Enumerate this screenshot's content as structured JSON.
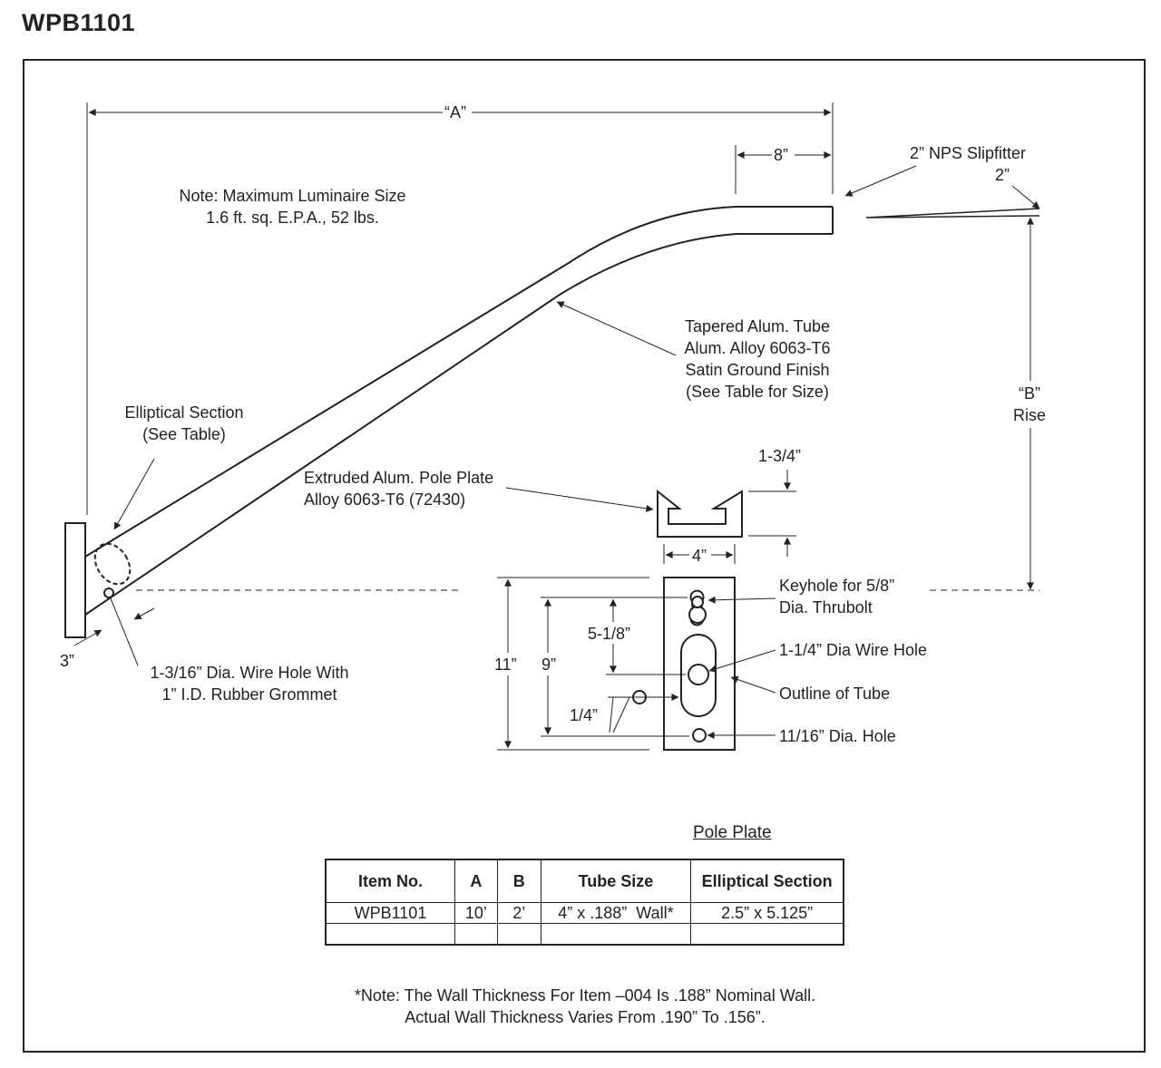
{
  "title": "WPB1101",
  "dimensions": {
    "a": "“A”",
    "eight": "8”",
    "slipfitter_angle": "2”",
    "b_quote": "“B”",
    "b_rise": "Rise",
    "three": "3”",
    "plate_depth": "1-3/4”",
    "plate_width": "4”",
    "plate_height": "11”",
    "hole_span": "9”",
    "keyhole_offset": "5-1/8”",
    "quarter": "1/4”"
  },
  "labels": {
    "slipfitter": "2” NPS Slipfitter",
    "note_line1": "Note: Maximum Luminaire Size",
    "note_line2": "1.6 ft. sq. E.P.A., 52 lbs.",
    "tube_line1": "Tapered Alum. Tube",
    "tube_line2": "Alum. Alloy 6063-T6",
    "tube_line3": "Satin Ground Finish",
    "tube_line4": "(See Table for Size)",
    "elliptical_line1": "Elliptical Section",
    "elliptical_line2": "(See Table)",
    "plate_line1": "Extruded Alum. Pole Plate",
    "plate_line2": "Alloy 6063-T6 (72430)",
    "wirehole_line1": "1-3/16” Dia. Wire Hole With",
    "wirehole_line2": "1” I.D. Rubber Grommet",
    "keyhole_line1": "Keyhole for 5/8”",
    "keyhole_line2": "Dia. Thrubolt",
    "wire_hole": "1-1/4” Dia Wire Hole",
    "outline_tube": "Outline of Tube",
    "small_hole": "11/16” Dia. Hole",
    "pole_plate_title": "Pole Plate"
  },
  "table": {
    "headers": [
      "Item No.",
      "A",
      "B",
      "Tube Size",
      "Elliptical Section"
    ],
    "rows": [
      [
        "WPB1101",
        "10’",
        "2’",
        "4” x .188”  Wall*",
        "2.5” x 5.125”"
      ],
      [
        "",
        "",
        "",
        "",
        ""
      ]
    ]
  },
  "footnote": {
    "line1": "*Note: The Wall Thickness For Item –004 Is .188” Nominal Wall.",
    "line2": "Actual Wall Thickness Varies From .190” To .156”."
  }
}
